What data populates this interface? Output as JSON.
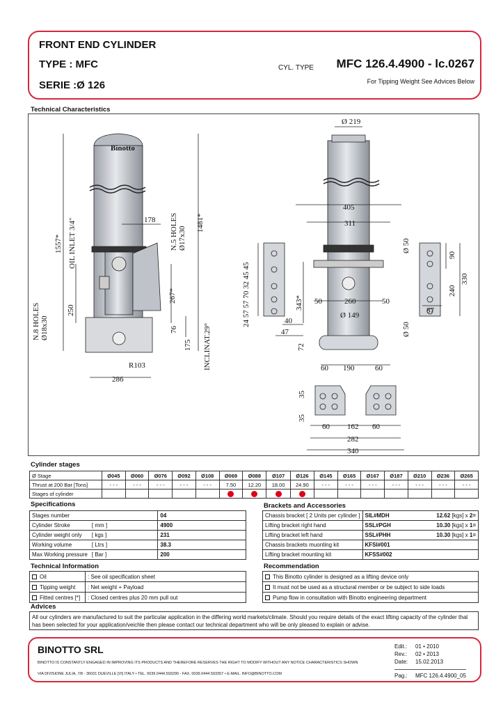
{
  "header": {
    "title": "FRONT END CYLINDER",
    "type": "TYPE  : MFC",
    "serie": "SERIE  :Ø 126",
    "cyl_type_label": "CYL. TYPE",
    "code": "MFC 126.4.4900 - lc.0267",
    "advice_note": "For Tipping Weight See Advices Below"
  },
  "sections": {
    "technical_characteristics": "Technical Characteristics",
    "cylinder_stages": "Cylinder stages",
    "specifications": "Specifications",
    "brackets": "Brackets and Accessories",
    "technical_information": "Technical Information",
    "recommendation": "Recommendation",
    "advices": "Advices"
  },
  "drawing": {
    "labels": {
      "brand": "Binotto",
      "d219": "Ø 219",
      "d405": "405",
      "d311": "311",
      "d50a": "Ø 50",
      "d50b": "Ø 50",
      "d260": "260",
      "d149": "Ø 149",
      "d50l": "50",
      "d50r": "50",
      "d343": "343*",
      "d72": "72",
      "d60l": "60",
      "d190": "190",
      "d60r": "60",
      "d90": "90",
      "d330": "330",
      "d240": "240",
      "d87": "87",
      "d40": "40",
      "d47": "47",
      "bracket_stack": "24  57  57  70 32 45  45",
      "d35a": "35",
      "d35b": "35",
      "d60bl": "60",
      "d162": "162",
      "d60br": "60",
      "d282": "282",
      "d340": "340",
      "d1557": "1557*",
      "oil_inlet": "OIL INLET 3/4\"",
      "d178": "178",
      "n5_holes": "N.5 HOLES",
      "d17x30": "Ø17x30",
      "d1481": "1481*",
      "n8_holes": "N.8 HOLES",
      "d18x30": "Ø18x30",
      "d250": "250",
      "d267": "267*",
      "d76": "76",
      "d175": "175",
      "inclinat": "INCLINAT.29°",
      "r103": "R103",
      "d286": "286"
    }
  },
  "stages": {
    "row_labels": [
      "Ø Stage",
      "Thrust at 200 Bar [Tons]",
      "Stages of cylinder"
    ],
    "columns": [
      "Ø045",
      "Ø060",
      "Ø076",
      "Ø092",
      "Ø108",
      "Ø069",
      "Ø088",
      "Ø107",
      "Ø126",
      "Ø145",
      "Ø165",
      "Ø167",
      "Ø187",
      "Ø210",
      "Ø236",
      "Ø265"
    ],
    "thrust": [
      "- - -",
      "- - -",
      "- - -",
      "- - -",
      "- - -",
      "7.50",
      "12.20",
      "18.00",
      "24.90",
      "- - -",
      "- - -",
      "- - -",
      "- - -",
      "- - -",
      "- - -",
      "- - -"
    ],
    "active": [
      false,
      false,
      false,
      false,
      false,
      true,
      true,
      true,
      true,
      false,
      false,
      false,
      false,
      false,
      false,
      false
    ]
  },
  "specifications": [
    {
      "label": "Stages number",
      "unit": "",
      "value": "04"
    },
    {
      "label": "Cylinder Stroke",
      "unit": "[ mm ]",
      "value": "4900"
    },
    {
      "label": "Cylinder weight only",
      "unit": "[ kgs ]",
      "value": "231"
    },
    {
      "label": "Working volume",
      "unit": "[ Ltrs ]",
      "value": "38.3"
    },
    {
      "label": "Max Working pressure",
      "unit": "[ Bar ]",
      "value": "200"
    }
  ],
  "brackets": [
    {
      "label": "Chassis bracket [ 2 Units per cylinder ]",
      "code": "SIL#MDH",
      "weight": "12.62",
      "unit": "[kgs] x",
      "qty": "2="
    },
    {
      "label": "Lifting bracket right hand",
      "code": "SSL#PGH",
      "weight": "10.30",
      "unit": "[kgs] x",
      "qty": "1="
    },
    {
      "label": "Lifting bracket left hand",
      "code": "SSL#PHH",
      "weight": "10.30",
      "unit": "[kgs] x",
      "qty": "1="
    },
    {
      "label": "Chassis brackets muonting kit",
      "code": "KFSI#001",
      "weight": "",
      "unit": "",
      "qty": ""
    },
    {
      "label": "Lifting bracket mounting kit",
      "code": "KFSS#002",
      "weight": "",
      "unit": "",
      "qty": ""
    }
  ],
  "technical_information": [
    {
      "label": "Oil",
      "value": ": See oil specification sheet"
    },
    {
      "label": "Tipping weight",
      "value": ": Net weight + Payload"
    },
    {
      "label": "Fitted centres [*]",
      "value": ": Closed centres plus 20 mm pull out"
    }
  ],
  "recommendation": [
    "This Binotto cylinder is designed as a lifting device only",
    "It must not be used as a structural member or be subject to side loads",
    "Pump flow in consultation with Binotto engineering department"
  ],
  "advices_text": "All our cylinders are manufactured to suit the particular application in the differing world markets/climate. Should you require details of the exact lifting capacity of the cylinder that has been selected for your application/veichle then please contact our technical department who will be only pleased to explain or advise.",
  "footer": {
    "company": "BINOTTO SRL",
    "note": "BINOTTO IS CONSTANTLY ENGAGED IN IMPROVING ITS PRODUCTS AND THEREFORE RESERVES THE RIGHT TO MODIFY WITHOUT ANY NOTICE CHARACTERISTICS SHOWN",
    "address": "VIA DIVISIONE JULIA, 7/8 - 36031 DUEVILLE [VI] ITALY • TEL. 0039.0444.593290 - FAX. 0039.0444.593357 • E-MAIL. INFO@BINOTTO.COM",
    "edit_label": "Edit.:",
    "edit": "01 • 2010",
    "rev_label": "Rev.:",
    "rev": "02 • 2013",
    "date_label": "Date:",
    "date": "15.02.2013",
    "pag_label": "Pag.:",
    "pag": "MFC 126.4.4900_05"
  },
  "colors": {
    "frame": "#d7263d",
    "stage_dot": "#e0001a",
    "cylinder": "#c9ccd2"
  }
}
